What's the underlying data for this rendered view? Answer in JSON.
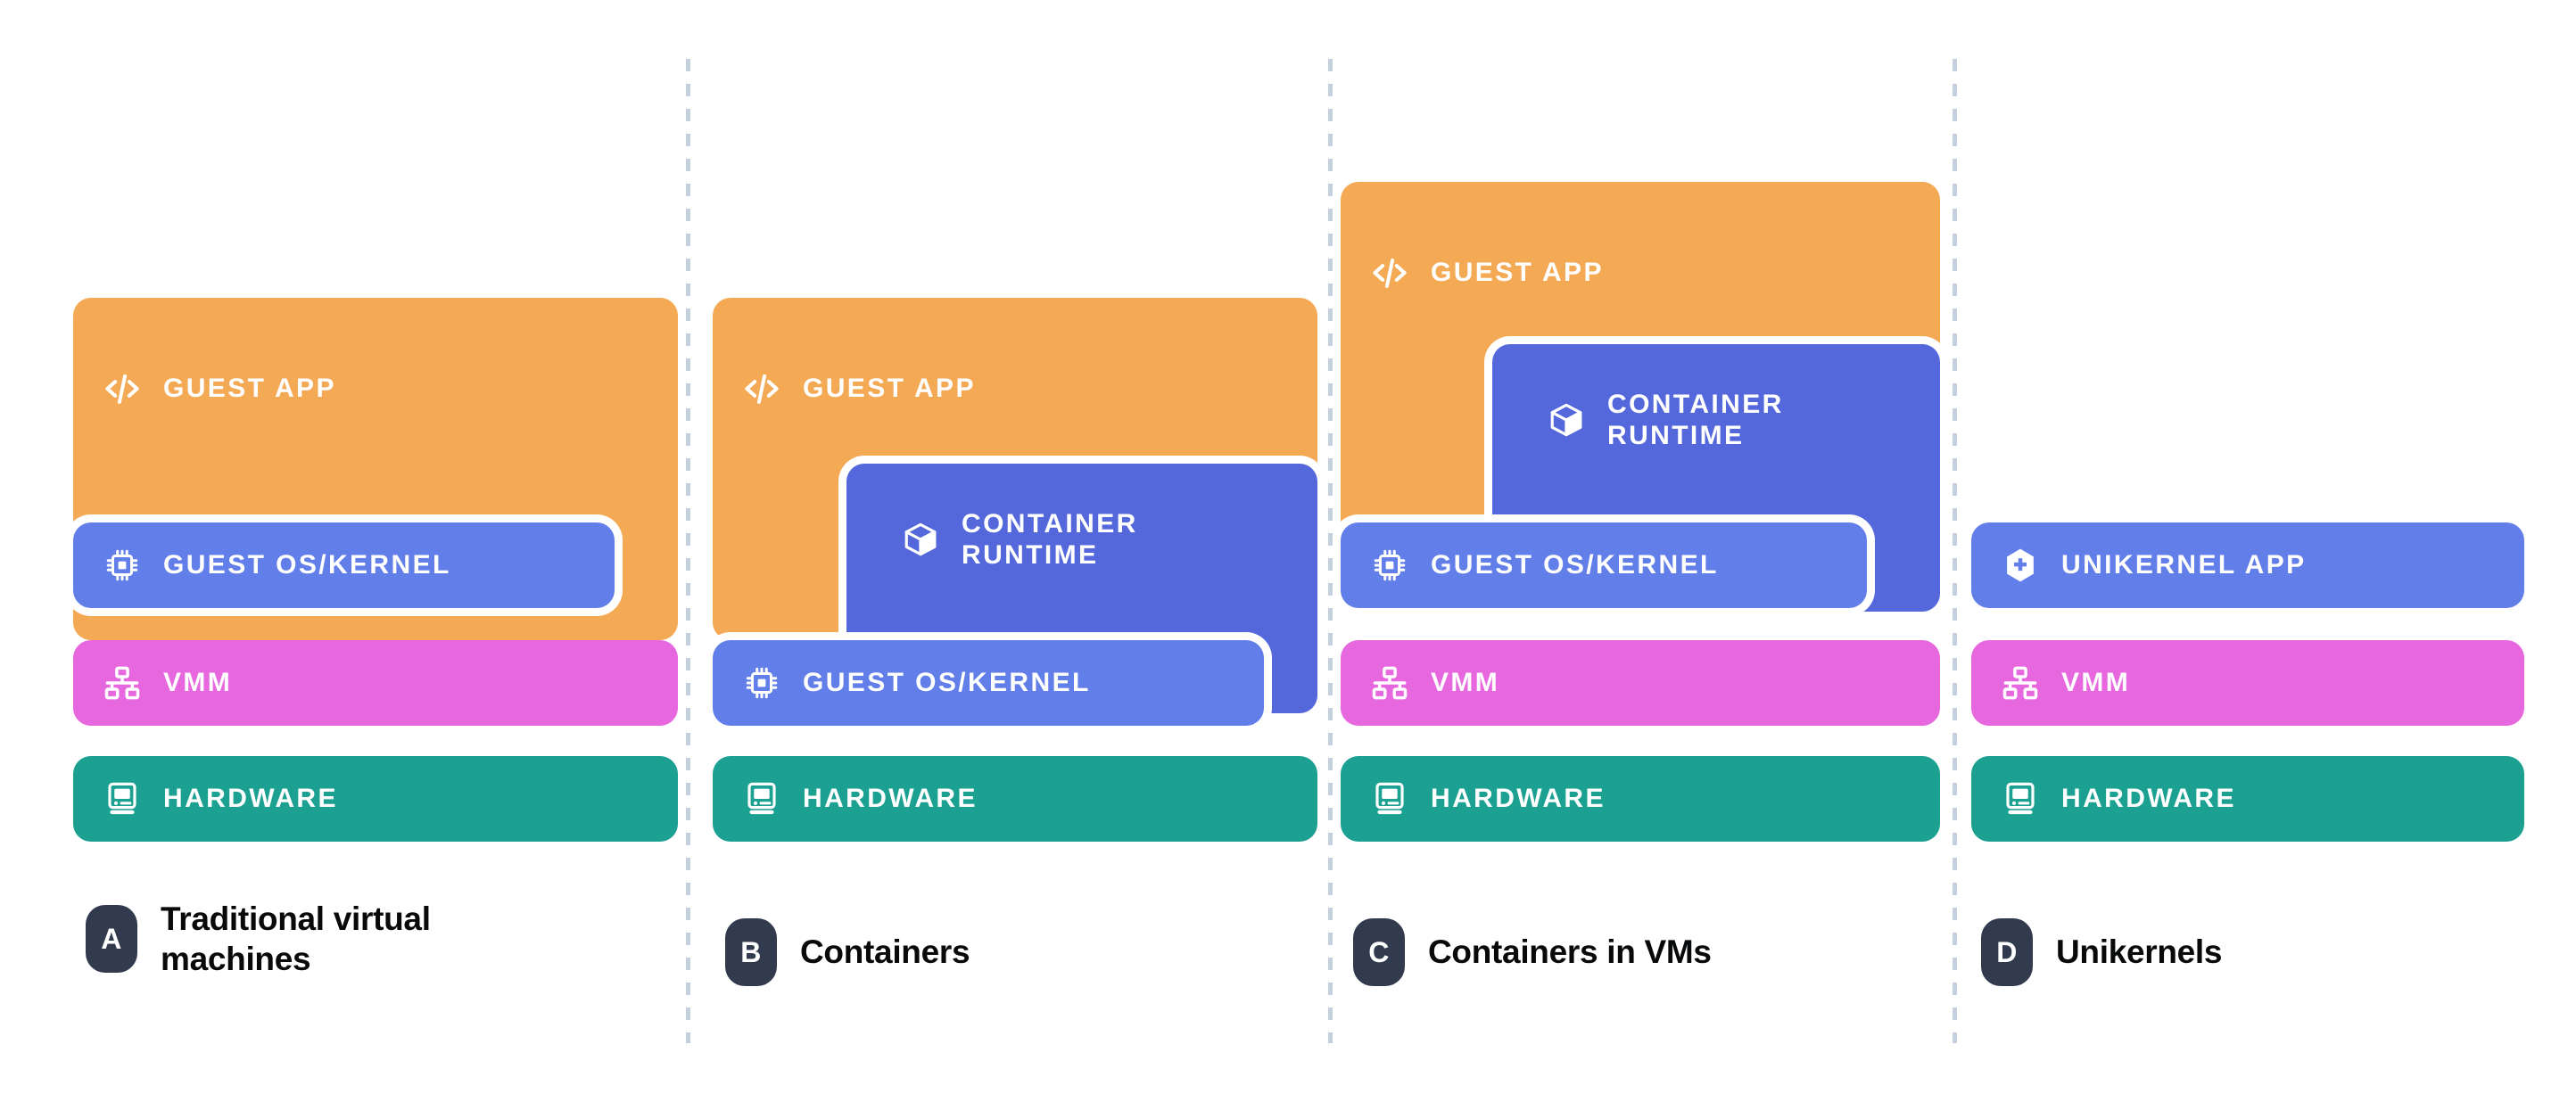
{
  "palette": {
    "guest_app": "#F4A955",
    "guest_os": "#627EE8",
    "container_runtime": "#5468DC",
    "unikernel_app": "#627EE8",
    "vmm": "#E667DE",
    "hardware": "#1BA092",
    "badge": "#313B4D",
    "divider": "#C4D0DE",
    "background": "#FFFFFF",
    "box_outline": "#FFFFFF",
    "caption_text": "#08090B"
  },
  "layer_labels": {
    "guest_app": "GUEST APP",
    "guest_os_kernel": "GUEST OS/KERNEL",
    "container_runtime": "CONTAINER\nRUNTIME",
    "unikernel_app": "UNIKERNEL APP",
    "vmm": "VMM",
    "hardware": "HARDWARE"
  },
  "icon_names": {
    "guest_app": "code-brackets-icon",
    "guest_os_kernel": "cpu-chip-icon",
    "container_runtime": "cube-box-icon",
    "unikernel_app": "hexagon-plus-icon",
    "vmm": "sitemap-network-icon",
    "hardware": "desktop-computer-icon"
  },
  "columns": [
    {
      "key": "a",
      "badge": "A",
      "caption": "Traditional virtual\nmachines",
      "layers": [
        "guest_app",
        "guest_os_kernel",
        "vmm",
        "hardware"
      ]
    },
    {
      "key": "b",
      "badge": "B",
      "caption": "Containers",
      "layers": [
        "guest_app",
        "container_runtime",
        "guest_os_kernel",
        "hardware"
      ]
    },
    {
      "key": "c",
      "badge": "C",
      "caption": "Containers in VMs",
      "layers": [
        "guest_app",
        "container_runtime",
        "guest_os_kernel",
        "vmm",
        "hardware"
      ]
    },
    {
      "key": "d",
      "badge": "D",
      "caption": "Unikernels",
      "layers": [
        "unikernel_app",
        "vmm",
        "hardware"
      ]
    }
  ]
}
